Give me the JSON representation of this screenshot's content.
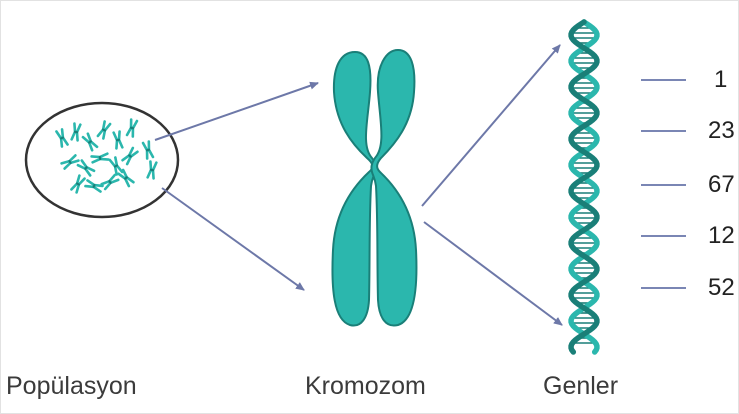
{
  "labels": {
    "population": "Popülasyon",
    "chromosome": "Kromozom",
    "genes": "Genler"
  },
  "gene_values": [
    "1",
    "23",
    "67",
    "12",
    "52"
  ],
  "colors": {
    "teal": "#2bb7ad",
    "teal_dark": "#1a7f78",
    "arrow": "#6d78a8",
    "outline": "#333333",
    "gene_line": "#7a86b4"
  },
  "icons": [
    "population-cell-icon",
    "chromosome-icon",
    "dna-helix-icon"
  ]
}
